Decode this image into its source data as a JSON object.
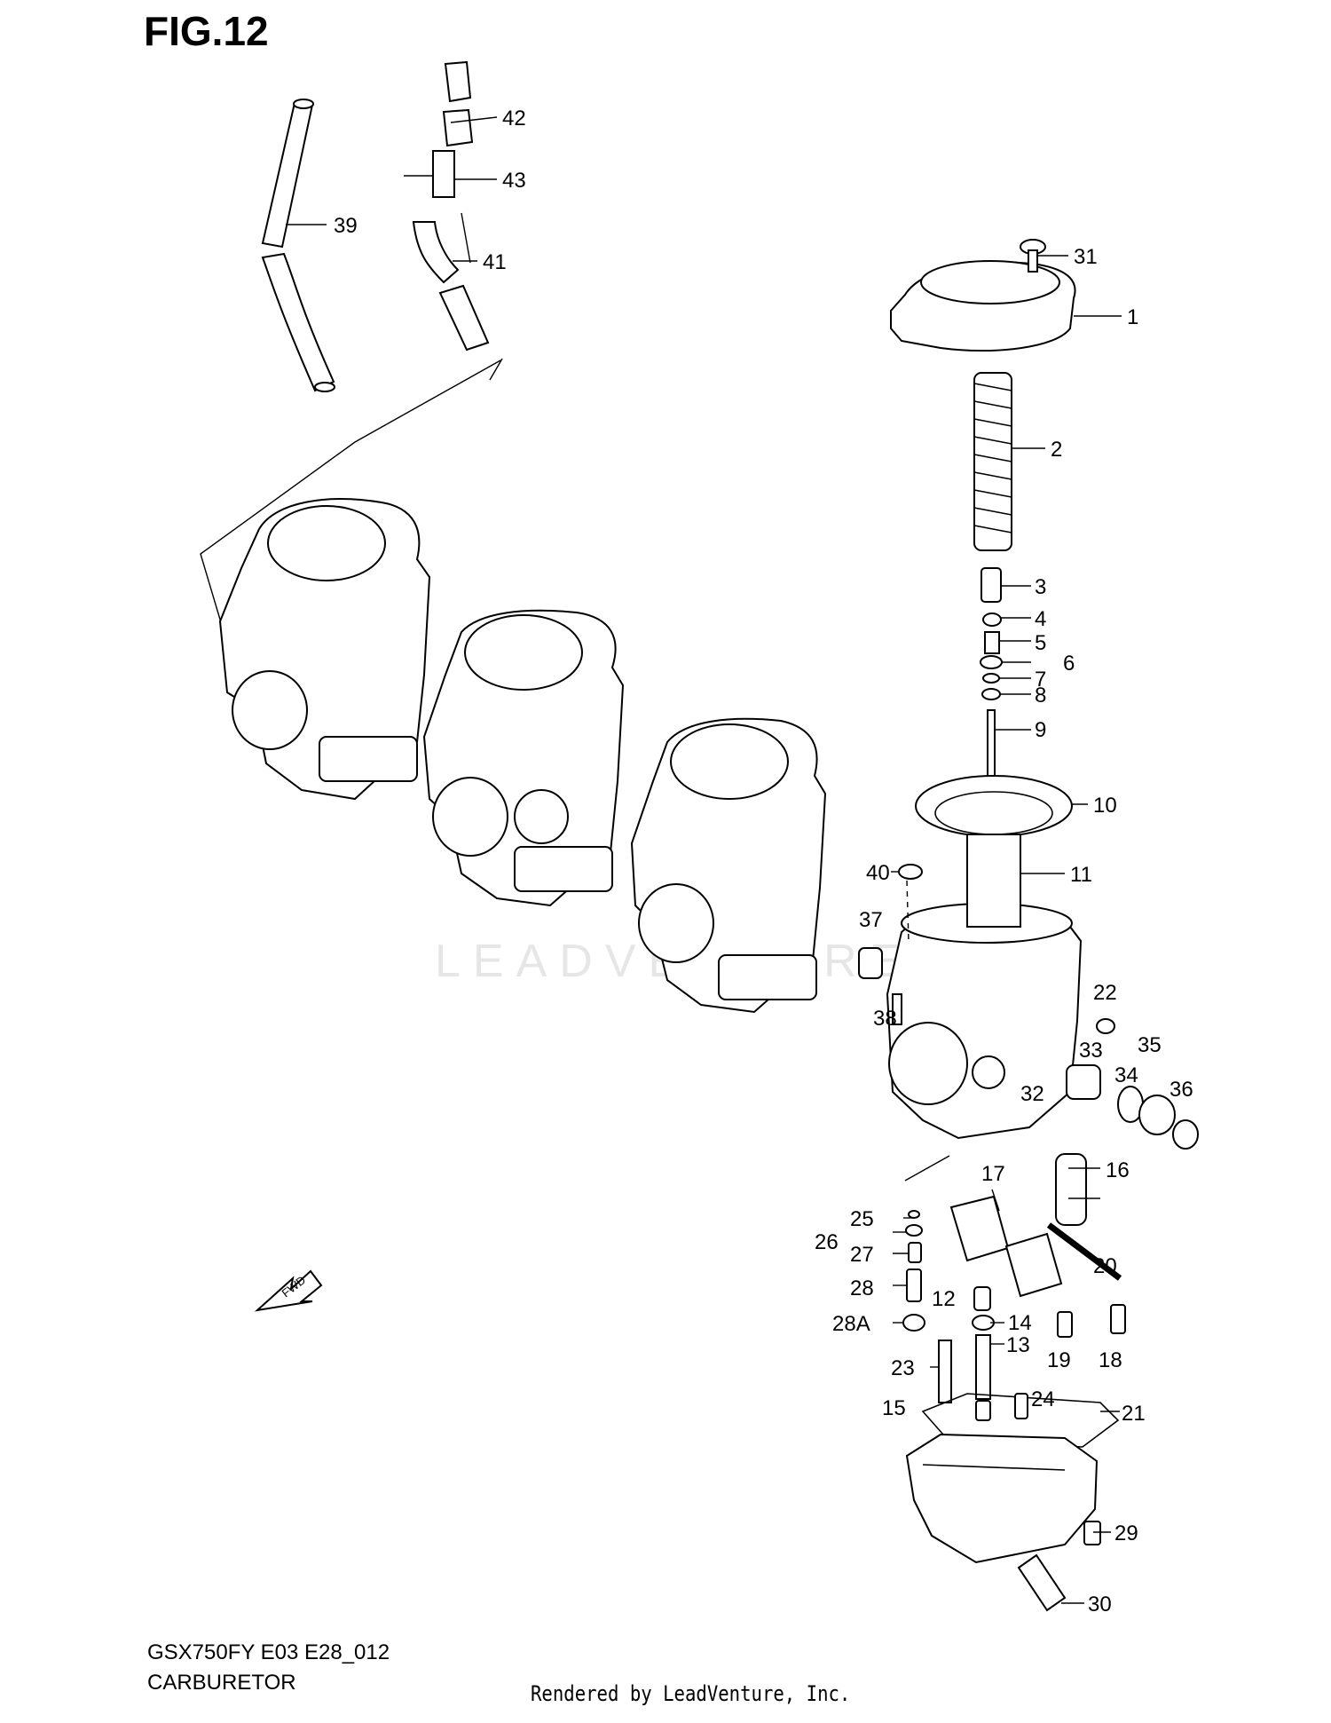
{
  "figure": {
    "title": "FIG.12"
  },
  "footer": {
    "model_code": "GSX750FY E03 E28_012",
    "section_name": "CARBURETOR",
    "rendered_by": "Rendered by LeadVenture, Inc."
  },
  "watermark": "LEADVENTURE",
  "fwd_label": "FWD",
  "callouts": [
    "1",
    "2",
    "3",
    "4",
    "5",
    "6",
    "7",
    "8",
    "9",
    "10",
    "11",
    "12",
    "13",
    "14",
    "15",
    "16",
    "17",
    "18",
    "19",
    "20",
    "21",
    "22",
    "23",
    "24",
    "25",
    "26",
    "27",
    "28",
    "28A",
    "29",
    "30",
    "31",
    "32",
    "33",
    "34",
    "35",
    "36",
    "37",
    "38",
    "39",
    "40",
    "41",
    "42",
    "43"
  ]
}
